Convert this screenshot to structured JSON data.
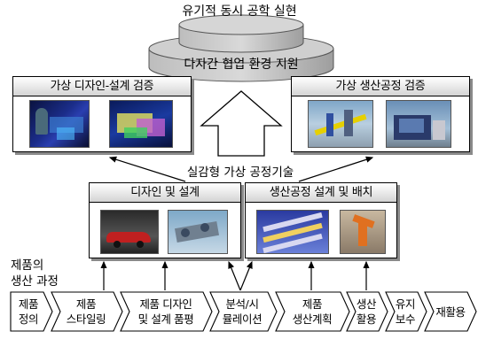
{
  "top": {
    "title": "유기적 동시 공학 실현",
    "cylinder_label": "다자간 협업 환경 지원"
  },
  "virtual_boxes": {
    "design": {
      "title": "가상 디자인-설계 검증"
    },
    "production": {
      "title": "가상 생산공정 검증"
    }
  },
  "middle": {
    "caption": "실감형 가상 공정기술",
    "design": {
      "title": "디자인 및 설계"
    },
    "production": {
      "title": "생산공정 설계 및 배치"
    }
  },
  "process": {
    "label_line1": "제품의",
    "label_line2": "생산 과정",
    "steps": [
      {
        "line1": "제품",
        "line2": "정의"
      },
      {
        "line1": "제품",
        "line2": "스타일링"
      },
      {
        "line1": "제품 디자인",
        "line2": "및 설계 품평"
      },
      {
        "line1": "분석/시",
        "line2": "뮬레이션"
      },
      {
        "line1": "제품",
        "line2": "생산계획"
      },
      {
        "line1": "생산",
        "line2": "활용"
      },
      {
        "line1": "유지",
        "line2": "보수"
      },
      {
        "line1": "재활용",
        "line2": ""
      }
    ]
  },
  "colors": {
    "header_gradient_top": "#ffffff",
    "header_gradient_bottom": "#d4d4d4",
    "cylinder": "#a9a9a9"
  }
}
